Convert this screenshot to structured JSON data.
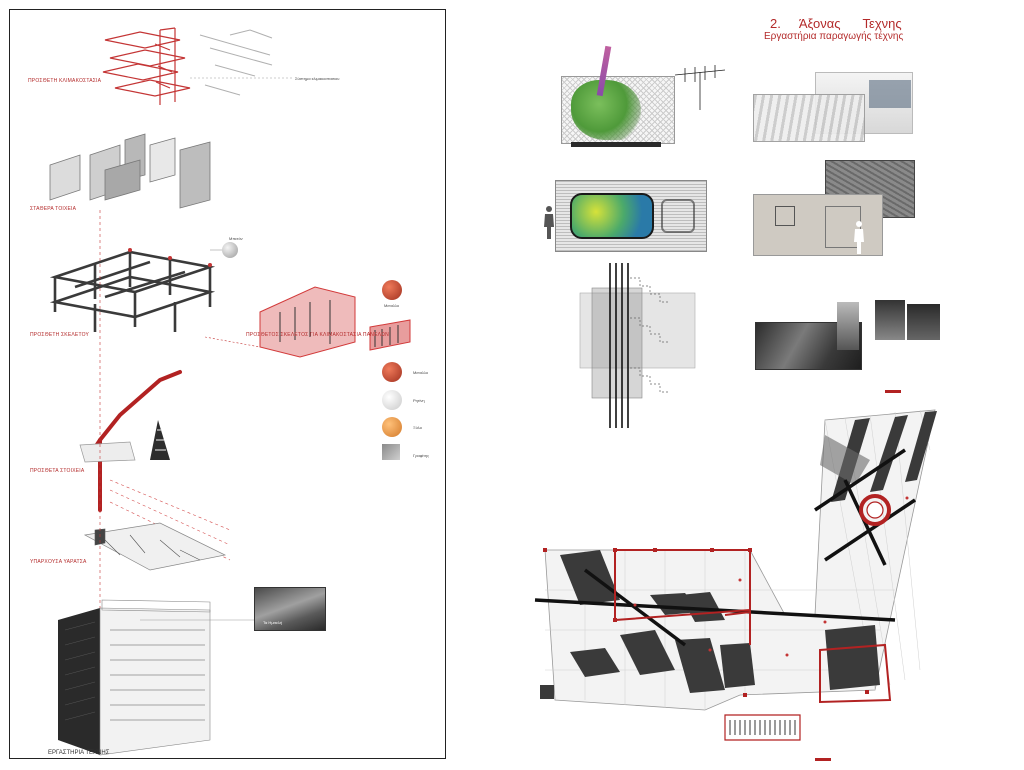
{
  "left_board": {
    "stage_labels": [
      "ΠΡΟΣΘΕΤΗ ΚΛΙΜΑΚΟΣΤΑΣΙΑ",
      "ΣΤΑΘΕΡΑ ΤΟΙΧΕΙΑ",
      "ΠΡΟΣΘΕΤΗ ΣΚΕΛΕΤΟΥ",
      "ΠΡΟΣΘΕΤΟΣ ΣΚΕΛΕΤΟΣ ΓΙΑ ΚΛΙΜΑΚΟΣΤΑΣΙΑ ΠΑΝΕΛΩΝ",
      "ΠΡΟΣΘΕΤΑ ΣΤΟΙΧΕΙΑ",
      "ΥΠΑΡΧΟΥΣΑ ΥΑΡΑΤΣΑ"
    ],
    "callouts": [
      "Σύστημα κλιμακοστασιου",
      "Τα Ημιτελή"
    ],
    "materials": [
      "Μπετόν",
      "Μεταλλο",
      "Μεταλλο",
      "Ρητίνη",
      "Ξύλο",
      "Γραφίτης"
    ],
    "bottom_title": "ΕΡΓΑΣΤΗΡΙΑ ΤΕΧΝΗΣ"
  },
  "right_panel": {
    "title_number": "2.",
    "title_word1": "Άξονας",
    "title_word2": "Τεχνης",
    "subtitle": "Εργαστήρια παραγωγής τέχνης"
  },
  "colors": {
    "accent_red": "#b32a2a",
    "dark_gray": "#3a3a3a",
    "mid_gray": "#8a8a8a",
    "light_gray": "#e4e4e4"
  },
  "icons": [
    "human-figure-icon",
    "material-sphere-icon",
    "crane-icon"
  ]
}
